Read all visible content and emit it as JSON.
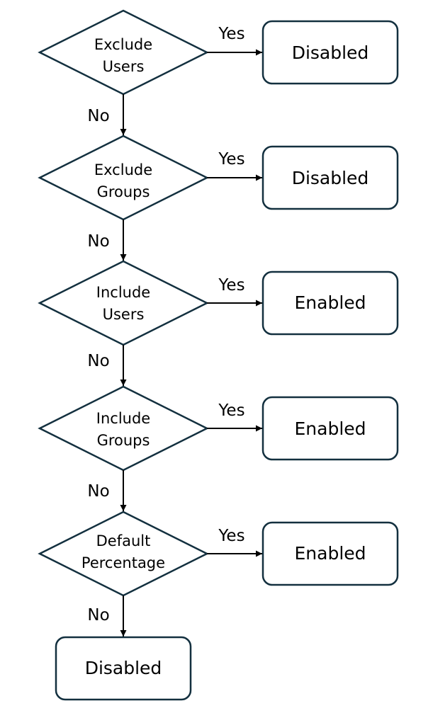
{
  "decisions": [
    {
      "line1": "Exclude",
      "line2": "Users"
    },
    {
      "line1": "Exclude",
      "line2": "Groups"
    },
    {
      "line1": "Include",
      "line2": "Users"
    },
    {
      "line1": "Include",
      "line2": "Groups"
    },
    {
      "line1": "Default",
      "line2": "Percentage"
    }
  ],
  "outcomes": [
    "Disabled",
    "Disabled",
    "Enabled",
    "Enabled",
    "Enabled"
  ],
  "final_outcome": "Disabled",
  "edge_labels": {
    "yes": "Yes",
    "no": "No"
  },
  "colors": {
    "shape_stroke": "#13303f",
    "arrow": "#000000",
    "text": "#000000"
  }
}
